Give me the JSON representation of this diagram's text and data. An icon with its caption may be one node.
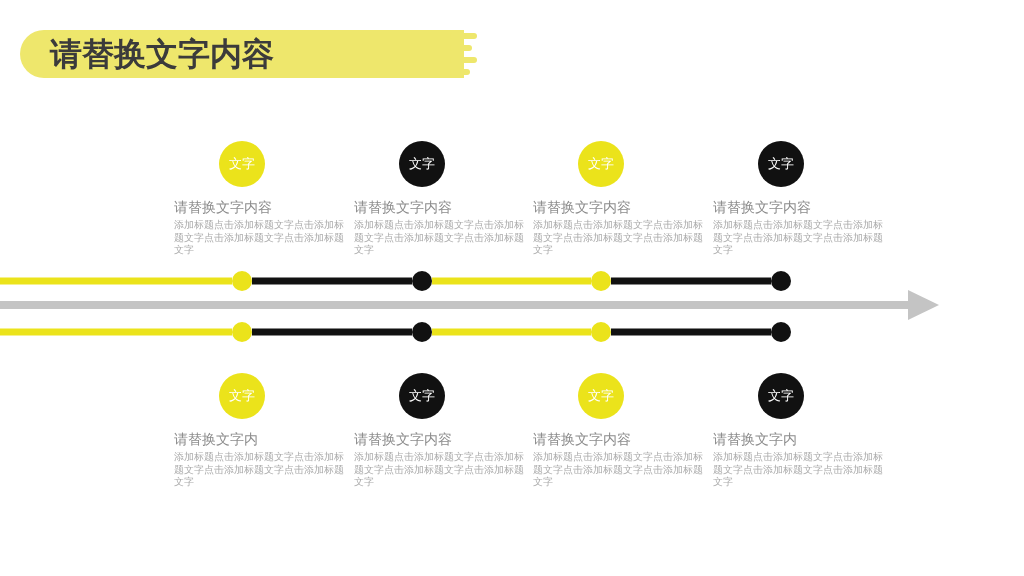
{
  "diagram": {
    "title": "请替换文字内容",
    "nodes": [
      {
        "text": [
          "文字"
        ],
        "beside": [
          "请替换文字内容",
          "添加标题点击添加标题文字点击添加标题文字点击添加标题文字点击添加标题文字"
        ]
      },
      {
        "text": [
          "文字"
        ],
        "beside": [
          "请替换文字内容",
          "添加标题点击添加标题文字点击添加标题文字点击添加标题文字点击添加标题文字"
        ]
      },
      {
        "text": [
          "文字"
        ],
        "beside": [
          "请替换文字内容",
          "添加标题点击添加标题文字点击添加标题文字点击添加标题文字点击添加标题文字"
        ]
      },
      {
        "text": [
          "文字"
        ],
        "beside": [
          "请替换文字内容",
          "添加标题点击添加标题文字点击添加标题文字点击添加标题文字点击添加标题文字"
        ]
      },
      {
        "text": [],
        "shape": "circle"
      },
      {
        "text": [],
        "shape": "circle"
      },
      {
        "text": [],
        "shape": "circle"
      },
      {
        "text": [],
        "shape": "circle"
      },
      {
        "text": [],
        "shape": "circle"
      },
      {
        "text": [],
        "shape": "circle"
      },
      {
        "text": [],
        "shape": "circle"
      },
      {
        "text": [],
        "shape": "circle"
      },
      {
        "text": [
          "文字"
        ],
        "beside": [
          "请替换文字内",
          "添加标题点击添加标题文字点击添加标题文字点击添加标题文字点击添加标题文字"
        ]
      },
      {
        "text": [
          "文字"
        ],
        "beside": [
          "请替换文字内容",
          "添加标题点击添加标题文字点击添加标题文字点击添加标题文字点击添加标题文字"
        ]
      },
      {
        "text": [
          "文字"
        ],
        "beside": [
          "请替换文字内容",
          "添加标题点击添加标题文字点击添加标题文字点击添加标题文字点击添加标题文字"
        ]
      },
      {
        "text": [
          "文字"
        ],
        "beside": [
          "请替换文字内",
          "添加标题点击添加标题文字点击添加标题文字点击添加标题文字点击添加标题文字"
        ]
      }
    ],
    "edges": [
      {
        "from": null,
        "to": 4,
        "arrow": "none",
        "color": "#ebe31b"
      },
      {
        "from": 4,
        "to": 5,
        "arrow": "none",
        "color": "#111111"
      },
      {
        "from": 5,
        "to": 6,
        "arrow": "none",
        "color": "#ebe31b"
      },
      {
        "from": 6,
        "to": 7,
        "arrow": "none",
        "color": "#111111"
      },
      {
        "from": null,
        "to": 8,
        "arrow": "none",
        "color": "#ebe31b"
      },
      {
        "from": 8,
        "to": 9,
        "arrow": "none",
        "color": "#111111"
      },
      {
        "from": 9,
        "to": 10,
        "arrow": "none",
        "color": "#ebe31b"
      },
      {
        "from": 10,
        "to": 11,
        "arrow": "none",
        "color": "#111111"
      }
    ]
  }
}
